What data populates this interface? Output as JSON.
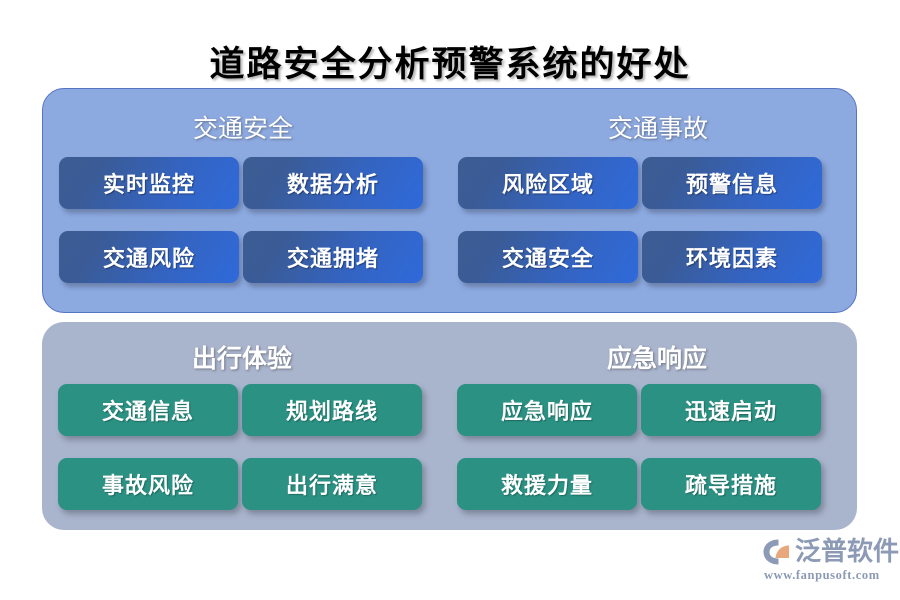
{
  "title": "道路安全分析预警系统的好处",
  "colors": {
    "panel_blue": "#8ca9e0",
    "panel_blue_border": "#5574c4",
    "panel_gray": "#a9b4cd",
    "chip_blue_dark": "#3c5c93",
    "chip_blue_light": "#2f6ada",
    "chip_green": "#2a9183",
    "title_text": "#000000",
    "chip_text": "#ffffff",
    "logo_text": "#8c9ab5",
    "logo_accent": "#e8a87c",
    "background": "#ffffff"
  },
  "panels": [
    {
      "id": "traffic-panel",
      "style": "blue",
      "columns": [
        {
          "header": "交通安全",
          "items": [
            "实时监控",
            "交通风险"
          ]
        },
        {
          "header": "交通事故",
          "items": [
            "风险区域",
            "交通安全"
          ]
        }
      ],
      "extra_items": [
        "数据分析",
        "交通拥堵",
        "预警信息",
        "环境因素"
      ],
      "grid": [
        [
          "实时监控",
          "数据分析",
          "风险区域",
          "预警信息"
        ],
        [
          "交通风险",
          "交通拥堵",
          "交通安全",
          "环境因素"
        ]
      ]
    },
    {
      "id": "experience-panel",
      "style": "gray",
      "columns": [
        {
          "header": "出行体验",
          "items": [
            "交通信息",
            "事故风险"
          ]
        },
        {
          "header": "应急响应",
          "items": [
            "应急响应",
            "救援力量"
          ]
        }
      ],
      "extra_items": [
        "规划路线",
        "出行满意",
        "迅速启动",
        "疏导措施"
      ],
      "grid": [
        [
          "交通信息",
          "规划路线",
          "应急响应",
          "迅速启动"
        ],
        [
          "事故风险",
          "出行满意",
          "救援力量",
          "疏导措施"
        ]
      ]
    }
  ],
  "logo": {
    "name": "泛普软件",
    "url": "www.fanpusoft.com"
  }
}
